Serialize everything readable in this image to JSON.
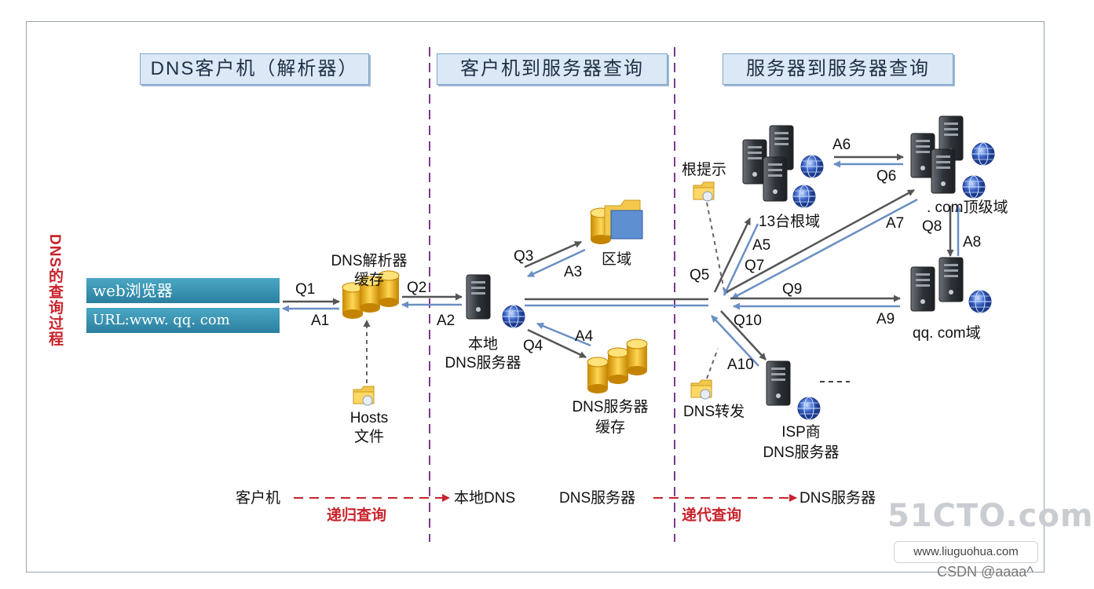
{
  "headers": {
    "client": "DNS客户机（解析器）",
    "client_to_server": "客户机到服务器查询",
    "server_to_server": "服务器到服务器查询"
  },
  "side_label": "DNS的查询过程",
  "browser": {
    "title": "web浏览器",
    "url": "URL:www. qq. com"
  },
  "nodes": {
    "resolver_cache_1": "DNS解析器",
    "resolver_cache_2": "缓存",
    "hosts_1": "Hosts",
    "hosts_2": "文件",
    "local_dns_1": "本地",
    "local_dns_2": "DNS服务器",
    "zone": "区域",
    "server_cache_1": "DNS服务器",
    "server_cache_2": "缓存",
    "root_hints": "根提示",
    "root": "13台根域",
    "tld": ". com顶级域",
    "qq": "qq. com域",
    "forward": "DNS转发",
    "isp_1": "ISP商",
    "isp_2": "DNS服务器"
  },
  "arrows": {
    "q1": "Q1",
    "a1": "A1",
    "q2": "Q2",
    "a2": "A2",
    "q3": "Q3",
    "a3": "A3",
    "q4": "Q4",
    "a4": "A4",
    "q5": "Q5",
    "a5": "A5",
    "q6": "Q6",
    "a6": "A6",
    "q7": "Q7",
    "a7": "A7",
    "q8": "Q8",
    "a8": "A8",
    "q9": "Q9",
    "a9": "A9",
    "q10": "Q10",
    "a10": "A10"
  },
  "bottom": {
    "client": "客户机",
    "recursive": "递归查询",
    "local_dns": "本地DNS",
    "dns_server_1": "DNS服务器",
    "iterative": "递代查询",
    "dns_server_2": "DNS服务器"
  },
  "watermarks": {
    "site": "51CTO.com",
    "blog_url": "www.liuguohua.com",
    "csdn": "CSDN @aaaa^"
  },
  "colors": {
    "arrow_dark": "#555555",
    "arrow_blue": "#6a8fc4",
    "divider": "#7a3a8a",
    "accent_red": "#c8232c",
    "server_dark": "#3a3f45",
    "cylinder": "#e8b21e"
  }
}
